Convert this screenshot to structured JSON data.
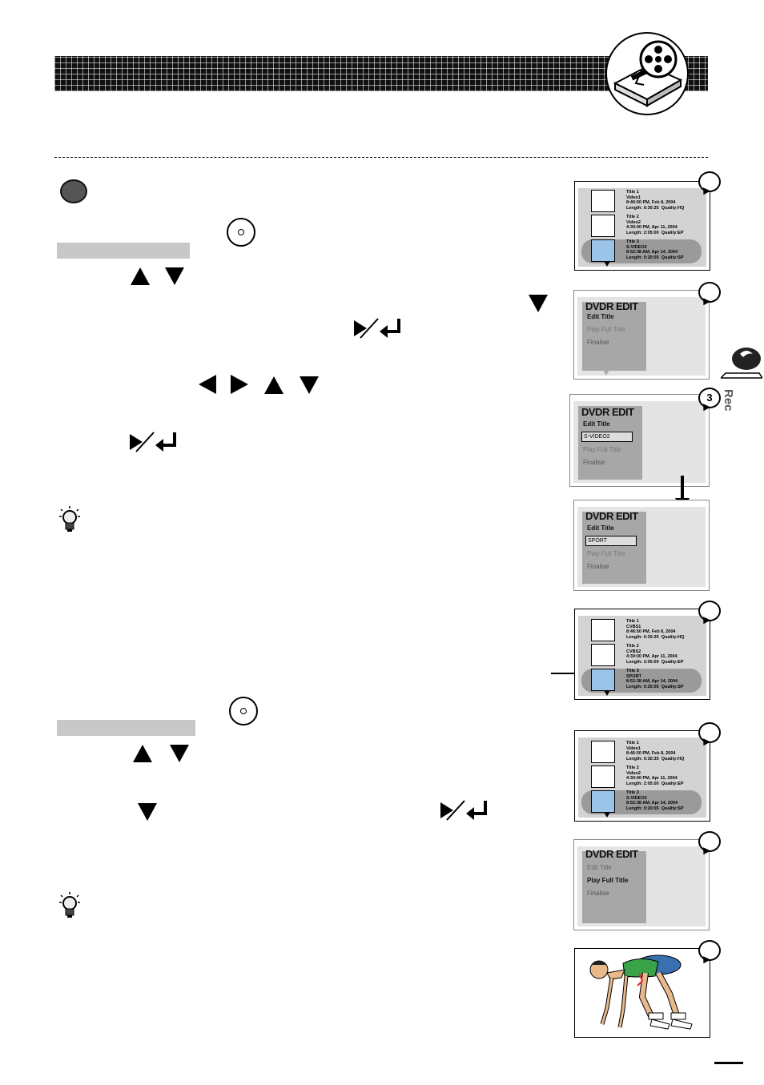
{
  "screens": {
    "s1": {
      "rows": [
        {
          "title": "Title 1",
          "name": "Video1",
          "time": "8:46:50 PM, Feb 8, 2004",
          "meta": "Length: 0:30:35  Quality:HQ"
        },
        {
          "title": "Title 2",
          "name": "Video2",
          "time": "4:30:00 PM, Apr 11, 2004",
          "meta": "Length: 2:05:00  Quality:EP"
        },
        {
          "title": "Title 3",
          "name": "S-VIDEO2",
          "time": "8:52:38 AM, Apr 14, 2004",
          "meta": "Length: 0:20:05  Quality:SP"
        }
      ]
    },
    "s2": {
      "title": "DVDR EDIT",
      "items": [
        "Edit Title",
        "Play Full Title",
        "Finalise"
      ]
    },
    "s3": {
      "callout": "3",
      "title": "DVDR EDIT",
      "items": [
        "Edit Title",
        "S-VIDEO2",
        "Play Full Title",
        "Finalise"
      ]
    },
    "s4": {
      "title": "DVDR EDIT",
      "items": [
        "Edit Title",
        "SPORT",
        "Play Full Title",
        "Finalise"
      ]
    },
    "s5": {
      "rows": [
        {
          "title": "Title 1",
          "name": "CVBS1",
          "time": "8:46:50 PM, Feb 8, 2004",
          "meta": "Length: 0:30:35  Quality:HQ"
        },
        {
          "title": "Title 2",
          "name": "CVBS2",
          "time": "4:30:00 PM, Apr 11, 2004",
          "meta": "Length: 2:05:00  Quality:EP"
        },
        {
          "title": "Title 3",
          "name": "SPORT",
          "time": "8:52:38 AM, Apr 14, 2004",
          "meta": "Length: 0:20:05  Quality:SP"
        }
      ]
    },
    "s6": {
      "rows": [
        {
          "title": "Title 1",
          "name": "Video1",
          "time": "8:46:50 PM, Feb 8, 2004",
          "meta": "Length: 0:30:35  Quality:HQ"
        },
        {
          "title": "Title 2",
          "name": "Video2",
          "time": "4:30:00 PM, Apr 11, 2004",
          "meta": "Length: 2:05:00  Quality:EP"
        },
        {
          "title": "Title 3",
          "name": "S-VIDEO2",
          "time": "8:52:38 AM, Apr 14, 2004",
          "meta": "Length: 0:20:05  Quality:SP"
        }
      ]
    },
    "s7": {
      "title": "DVDR EDIT",
      "items": [
        "Edit Title",
        "Play Full Title",
        "Finalise"
      ]
    }
  },
  "side": {
    "label": "Rec"
  },
  "colors": {
    "highlight": "#9a9a9a",
    "screen_bg": "#d3d3d3",
    "gray_bar": "#c8c8c8"
  },
  "icons": [
    "disc-icon",
    "up-arrow-icon",
    "down-arrow-icon",
    "left-arrow-icon",
    "right-arrow-icon",
    "play-enter-icon",
    "lightbulb-icon",
    "film-reel-icon"
  ]
}
